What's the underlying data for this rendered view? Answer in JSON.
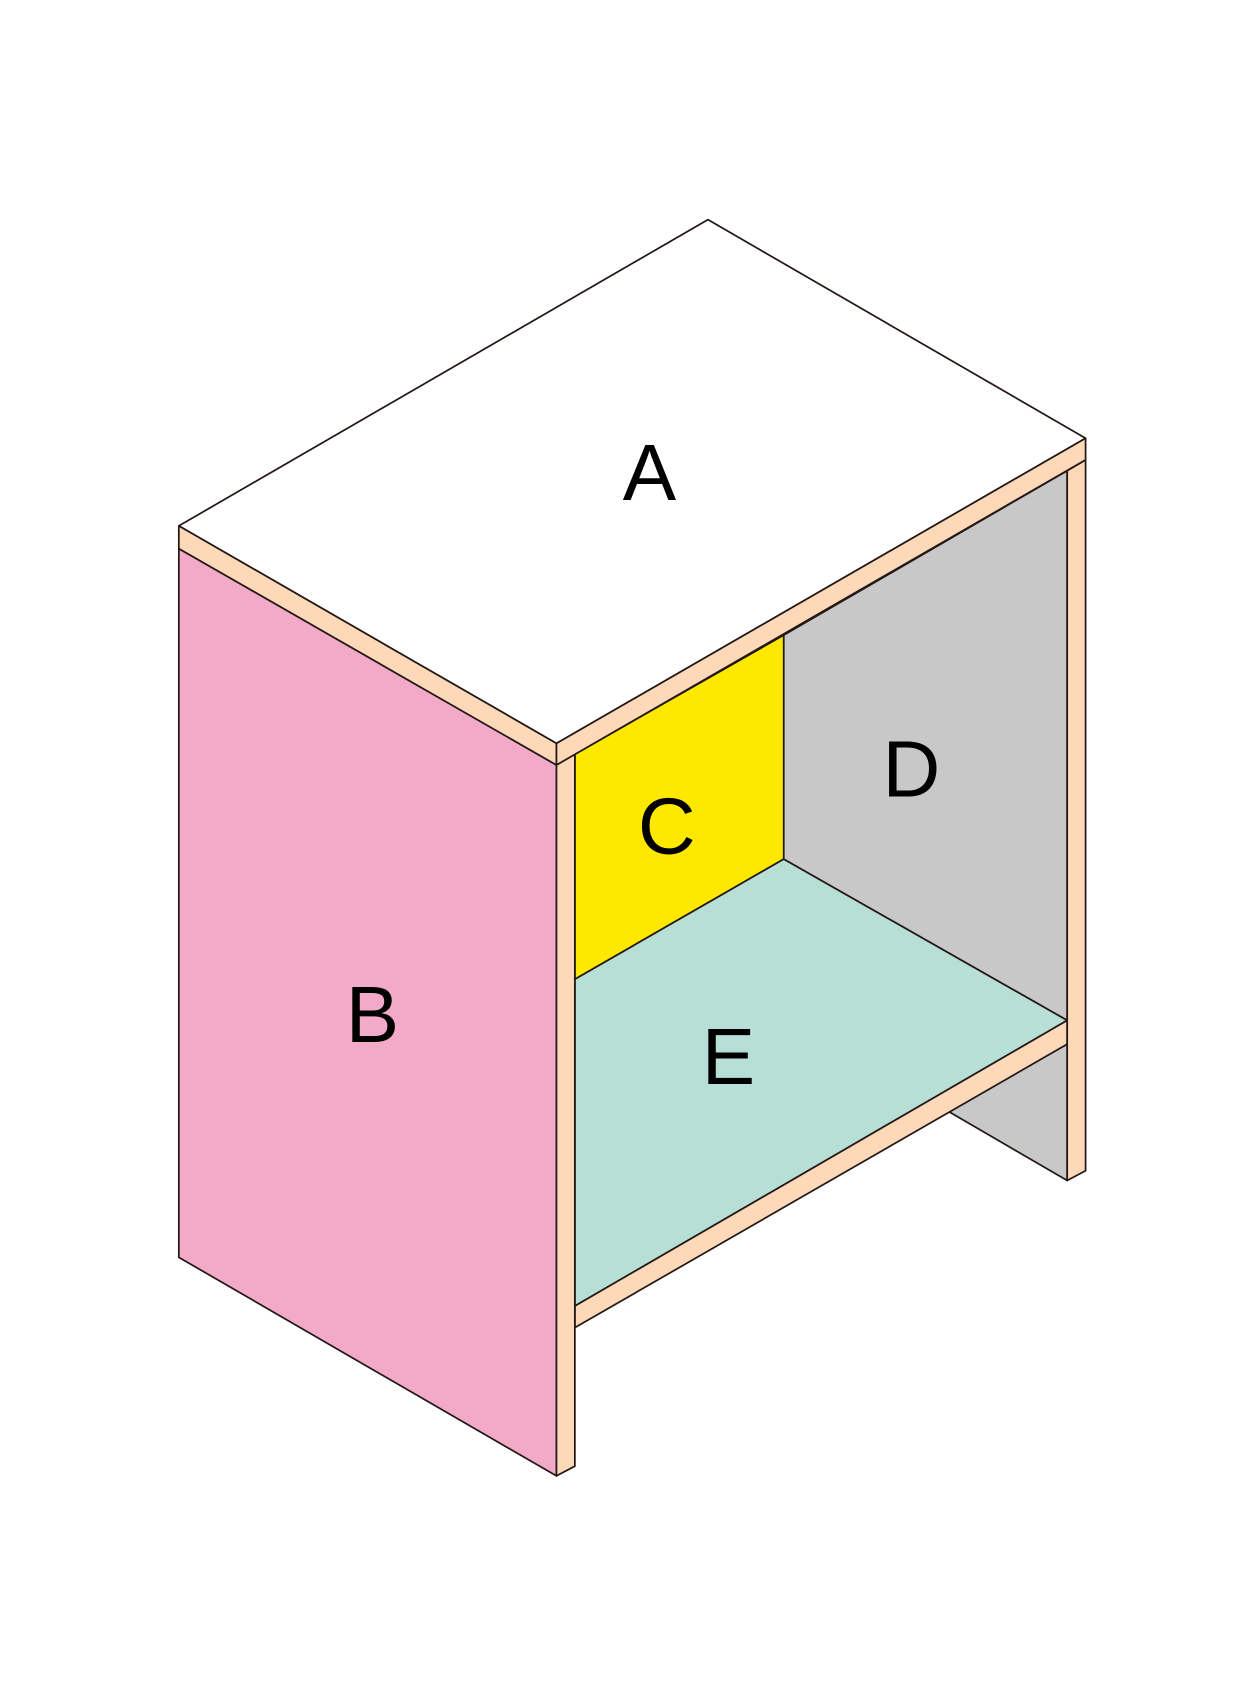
{
  "labels": {
    "top": "A",
    "side": "B",
    "back_upper": "C",
    "back_right": "D",
    "shelf": "E"
  },
  "colors": {
    "top": "#ffffff",
    "side": "#f3aac8",
    "back_upper": "#ffe800",
    "back_right": "#c8c8c8",
    "shelf": "#b7dfd6",
    "board_edge": "#fdd9b9",
    "outline": "#231815"
  }
}
